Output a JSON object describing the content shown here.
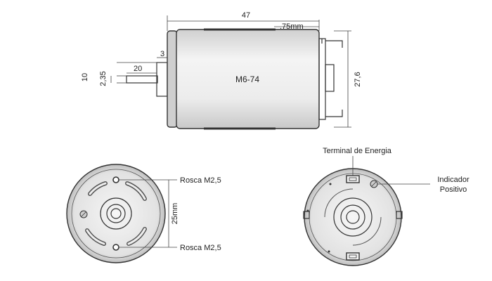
{
  "side_view": {
    "model_label": "M6-74",
    "dim_length_overall": "47",
    "dim_body": ".75mm",
    "dim_height": "27,6",
    "dim_shaft_length": "20",
    "dim_shaft_step": "3",
    "dim_shaft_diameter": "2,35",
    "dim_boss_diameter": "10"
  },
  "front_view": {
    "thread_top": "Rosca M2,5",
    "thread_bottom": "Rosca M2,5",
    "hole_spacing": "25mm"
  },
  "rear_view": {
    "terminal_label": "Terminal de Energia",
    "indicator_line1": "Indicador",
    "indicator_line2": "Positivo"
  },
  "colors": {
    "body_fill": "#e6e6e6",
    "line": "#333333"
  }
}
